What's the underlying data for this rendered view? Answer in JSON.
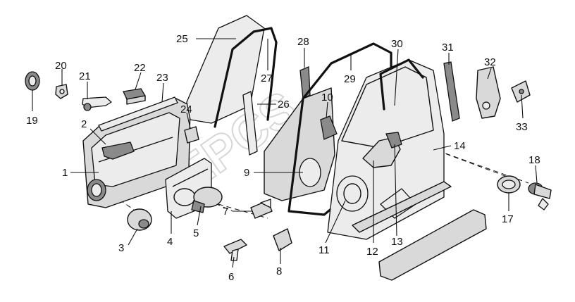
{
  "diagram": {
    "callouts": [
      {
        "id": "c1",
        "text": "1"
      },
      {
        "id": "c2",
        "text": "2"
      },
      {
        "id": "c3",
        "text": "3"
      },
      {
        "id": "c4",
        "text": "4"
      },
      {
        "id": "c5",
        "text": "5"
      },
      {
        "id": "c6",
        "text": "6"
      },
      {
        "id": "c7",
        "text": "7"
      },
      {
        "id": "c8",
        "text": "8"
      },
      {
        "id": "c9",
        "text": "9"
      },
      {
        "id": "c10",
        "text": "10"
      },
      {
        "id": "c11",
        "text": "11"
      },
      {
        "id": "c12",
        "text": "12"
      },
      {
        "id": "c13",
        "text": "13"
      },
      {
        "id": "c14",
        "text": "14"
      },
      {
        "id": "c17",
        "text": "17"
      },
      {
        "id": "c18",
        "text": "18"
      },
      {
        "id": "c19",
        "text": "19"
      },
      {
        "id": "c20",
        "text": "20"
      },
      {
        "id": "c21",
        "text": "21"
      },
      {
        "id": "c22",
        "text": "22"
      },
      {
        "id": "c23",
        "text": "23"
      },
      {
        "id": "c24",
        "text": "24"
      },
      {
        "id": "c25",
        "text": "25"
      },
      {
        "id": "c26",
        "text": "26"
      },
      {
        "id": "c27",
        "text": "27"
      },
      {
        "id": "c28",
        "text": "28"
      },
      {
        "id": "c29",
        "text": "29"
      },
      {
        "id": "c30",
        "text": "30"
      },
      {
        "id": "c31",
        "text": "31"
      },
      {
        "id": "c32",
        "text": "32"
      },
      {
        "id": "c33",
        "text": "33"
      }
    ]
  }
}
